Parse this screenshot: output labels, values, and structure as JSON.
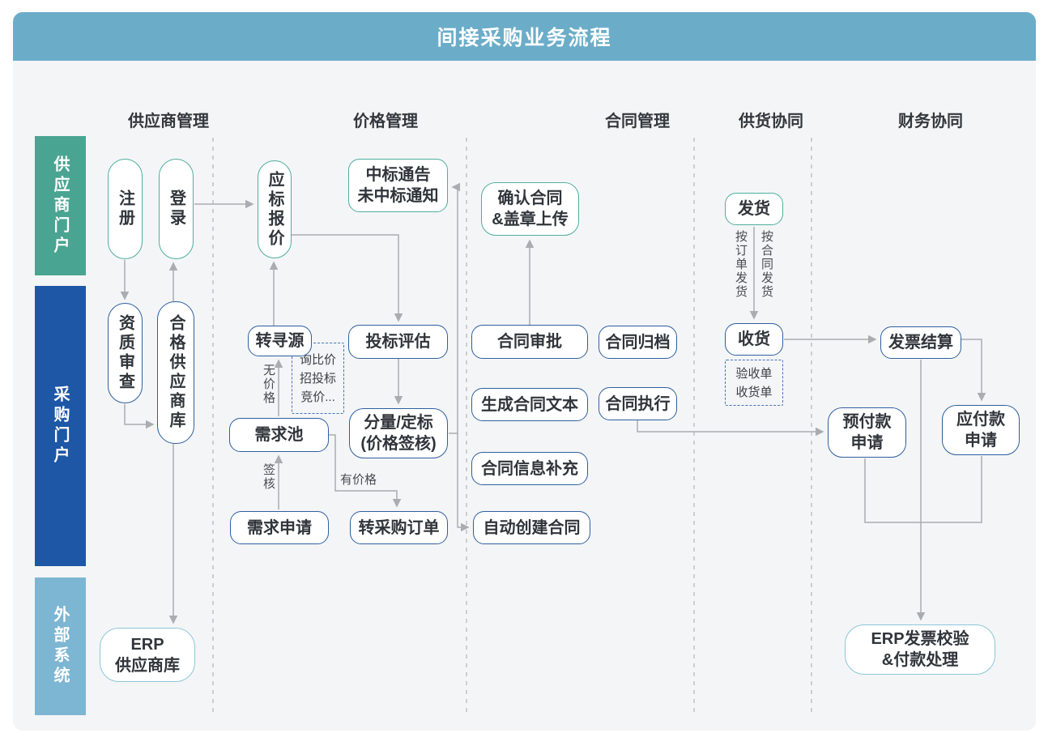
{
  "title": "间接采购业务流程",
  "columns": [
    {
      "id": "supplier-mgmt",
      "label": "供应商管理"
    },
    {
      "id": "price-mgmt",
      "label": "价格管理"
    },
    {
      "id": "contract-mgmt",
      "label": "合同管理"
    },
    {
      "id": "supply-collab",
      "label": "供货协同"
    },
    {
      "id": "finance-collab",
      "label": "财务协同"
    }
  ],
  "lanes": [
    {
      "id": "supplier-portal",
      "label": "供应商门户"
    },
    {
      "id": "purchase-portal",
      "label": "采购门户"
    },
    {
      "id": "external-system",
      "label": "外部系统"
    }
  ],
  "nodes": {
    "register": {
      "label": "注册"
    },
    "login": {
      "label": "登录"
    },
    "qualification_review": {
      "label": "资质审查"
    },
    "qualified_supplier_pool": {
      "label": "合格供应商库"
    },
    "erp_supplier_pool": {
      "label": "ERP\n供应商库"
    },
    "bid_quote": {
      "label": "应标报价"
    },
    "award_notice": {
      "label": "中标通告\n未中标通知"
    },
    "to_sourcing": {
      "label": "转寻源"
    },
    "bid_evaluation": {
      "label": "投标评估"
    },
    "sourcing_methods": {
      "label": "询比价\n招投标\n竞价..."
    },
    "demand_pool": {
      "label": "需求池"
    },
    "allocation_award": {
      "label": "分量/定标\n(价格签核)"
    },
    "demand_request": {
      "label": "需求申请"
    },
    "to_purchase_order": {
      "label": "转采购订单"
    },
    "confirm_contract": {
      "label": "确认合同\n&盖章上传"
    },
    "contract_approval": {
      "label": "合同审批"
    },
    "contract_archive": {
      "label": "合同归档"
    },
    "generate_contract_text": {
      "label": "生成合同文本"
    },
    "contract_execution": {
      "label": "合同执行"
    },
    "contract_info_supplement": {
      "label": "合同信息补充"
    },
    "auto_create_contract": {
      "label": "自动创建合同"
    },
    "ship_goods": {
      "label": "发货"
    },
    "receive_goods": {
      "label": "收货"
    },
    "receipt_docs": {
      "label": "验收单\n收货单"
    },
    "invoice_settlement": {
      "label": "发票结算"
    },
    "prepayment_request": {
      "label": "预付款\n申请"
    },
    "payable_request": {
      "label": "应付款\n申请"
    },
    "erp_invoice_check": {
      "label": "ERP发票校验\n&付款处理"
    }
  },
  "edge_labels": {
    "no_price": "无价格",
    "sign_off": "签核",
    "has_price": "有价格",
    "ship_by_order": "按订单发货",
    "ship_by_contract": "按合同发货"
  },
  "colors": {
    "header": "#6badc9",
    "lane_supplier_portal": "#4aa492",
    "lane_purchase_portal": "#1d57a6",
    "lane_external_system": "#7cb6d3",
    "node_border_teal": "#4fae9e",
    "node_border_blue": "#2e5f9f",
    "node_border_lightblue": "#8bc7da",
    "dashed_border_blue": "#4472b8",
    "connector_gray": "#a9acb1",
    "canvas_bg": "#f4f5f6"
  }
}
